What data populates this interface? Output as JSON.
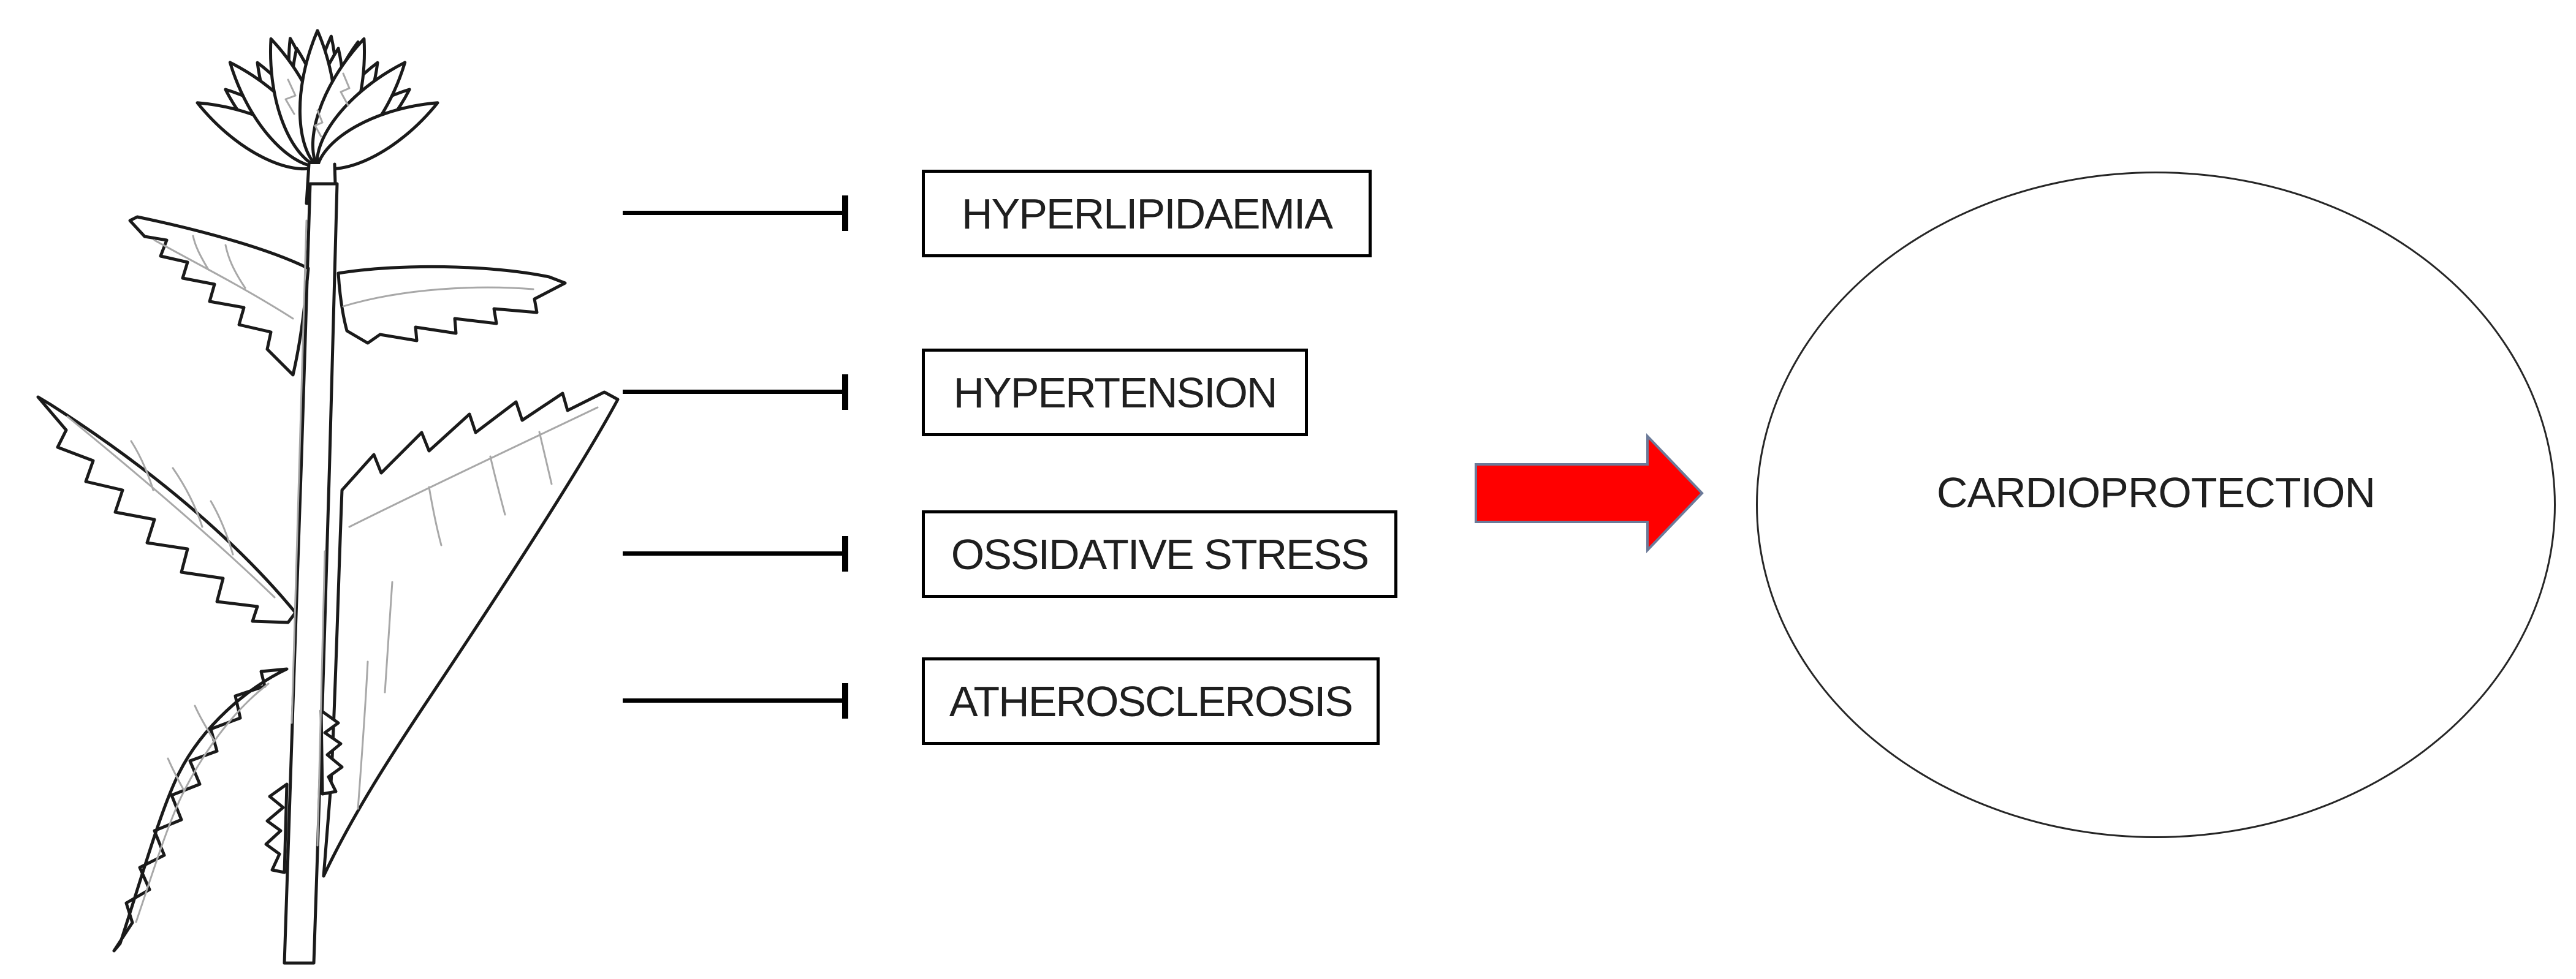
{
  "diagram": {
    "plant": {
      "icon": "artichoke-line-drawing"
    },
    "factors": {
      "items": [
        "HYPERLIPIDAEMIA",
        "HYPERTENSION",
        "OSSIDATIVE STRESS",
        "ATHEROSCLEROSIS"
      ]
    },
    "outcome": {
      "label": "CARDIOPROTECTION"
    },
    "arrow": {
      "fill_color": "#ff0000",
      "outline_color": "#6b7a99",
      "direction": "right"
    },
    "connector": {
      "type": "inhibition-tbar",
      "color": "#000000"
    },
    "colors": {
      "background": "#ffffff",
      "line": "#000000",
      "text": "#1f1f1f",
      "vein": "#a8a8a8"
    }
  }
}
